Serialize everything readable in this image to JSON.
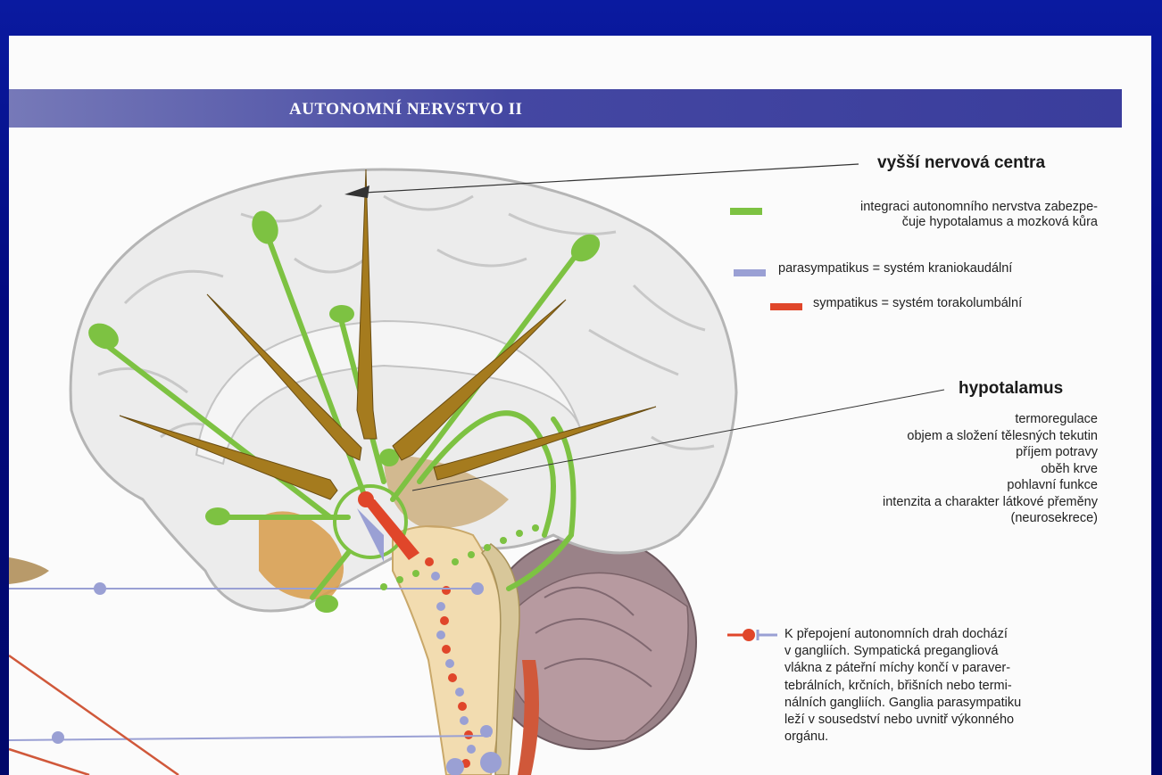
{
  "header": {
    "title": "AUTONOMNÍ NERVSTVO II"
  },
  "labels": {
    "higher_centers": "vyšší nervová centra",
    "hypothalamus": "hypotalamus"
  },
  "legend": [
    {
      "text_line1": "integraci autonomního nervstva zabezpe-",
      "text_line2": "čuje hypotalamus a mozková kůra",
      "color": "#7dc242"
    },
    {
      "text_line1": "parasympatikus = systém kraniokaudální",
      "color": "#9aa0d4"
    },
    {
      "text_line1": "sympatikus = systém torakolumbální",
      "color": "#e0462a"
    }
  ],
  "hypothalamus_functions": [
    "termoregulace",
    "objem a složení tělesných tekutin",
    "příjem potravy",
    "oběh krve",
    "pohlavní funkce",
    "intenzita a charakter látkové přeměny",
    "(neurosekrece)"
  ],
  "ganglia_note": {
    "lines": [
      "K přepojení autonomních drah dochází",
      "v gangliích. Sympatická pregangliová",
      "vlákna z páteřní míchy končí v paraver-",
      "tebrálních, krčních, břišních nebo termi-",
      "nálních gangliích. Ganglia parasympatiku",
      "leží v sousedství nebo uvnitř výkonného",
      "orgánu."
    ]
  },
  "colors": {
    "background": "#020a7e",
    "header_band": "#4447a2",
    "green": "#7dc242",
    "parasympathetic": "#9aa0d4",
    "sympathetic": "#e0462a",
    "arrow_fill": "#a57b1e"
  }
}
